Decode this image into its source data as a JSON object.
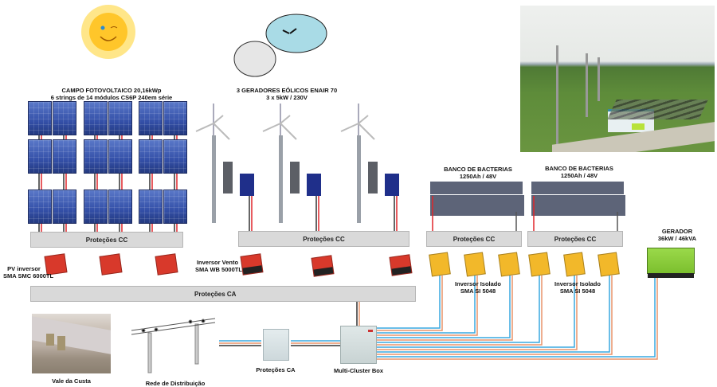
{
  "pv_field": {
    "title_line1": "CAMPO FOTOVOLTAICO 20,16kWp",
    "title_line2": "6 strings de 14 módulos CS6P 240em série",
    "strings": 6,
    "modules_per_string": 14
  },
  "wind": {
    "title_line1": "3 GERADORES EÓLICOS ENAIR 70",
    "title_line2": "3 x 5kW / 230V",
    "count": 3
  },
  "battery_banks": [
    {
      "title_line1": "BANCO DE BACTERIAS",
      "title_line2": "1250Ah / 48V"
    },
    {
      "title_line1": "BANCO DE BACTERIAS",
      "title_line2": "1250Ah / 48V"
    }
  ],
  "protections": {
    "cc_pv": "Proteções CC",
    "cc_wind": "Proteções CC",
    "cc_bat1": "Proteções CC",
    "cc_bat2": "Proteções CC",
    "ca_main": "Proteções CA",
    "ca_box": "Proteções CA"
  },
  "inverters": {
    "pv_line1": "PV inversor",
    "pv_line2": "SMA SMC 6000TL",
    "wind_line1": "Inversor Vento",
    "wind_line2": "SMA WB 5000TL",
    "island1_line1": "Inversor Isolado",
    "island1_line2": "SMA SI 5048",
    "island2_line1": "Inversor Isolado",
    "island2_line2": "SMA SI 5048"
  },
  "generator": {
    "title_line1": "GERADOR",
    "title_line2": "36kW / 46kVA"
  },
  "bottom": {
    "village": "Vale da Custa",
    "grid": "Rede de Distribuição",
    "multicluster": "Multi-Cluster Box"
  },
  "colors": {
    "cable_blue": "#39a9e0",
    "cable_orange": "#e8946a",
    "cable_red": "#e0262a",
    "cable_black": "#333333",
    "pv_inverter": "#d8392b",
    "island_inverter": "#f2b82a",
    "generator": "#8ccf3c"
  }
}
